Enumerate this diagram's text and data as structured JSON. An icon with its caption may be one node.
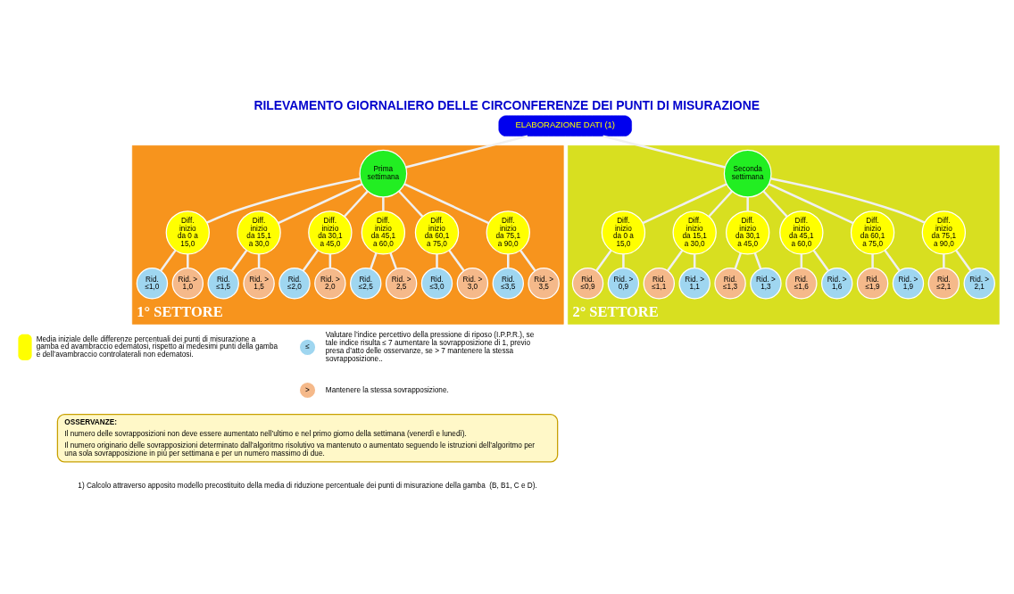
{
  "diagram": {
    "title": "RILEVAMENTO GIORNALIERO DELLE CIRCONFERENZE DEI PUNTI DI MISURAZIONE",
    "caption": "1) Calcolo attraverso apposito modello precostituito della media di riduzione percentuale dei punti di misurazione della gamba  (B, B1, C e D).",
    "nodes": [
      {
        "text": [
          "ELABORAZIONE DATI (1)"
        ]
      },
      {
        "text": [
          "1° SETTORE"
        ]
      },
      {
        "text": [
          "Prima settimana"
        ],
        "in": 1
      },
      {
        "text": [
          "Diff. inizio da 0 a 15,0"
        ],
        "in": 1
      },
      {
        "text": [
          "Rid. ≤1,0"
        ],
        "in": 1
      },
      {
        "text": [
          "Rid. > 1,0"
        ],
        "in": 1
      },
      {
        "text": [
          "Diff. inizio da 15,1 a 30,0"
        ],
        "in": 1
      },
      {
        "text": [
          "Rid. ≤1,5"
        ],
        "in": 1
      },
      {
        "text": [
          "Rid. > 1,5"
        ],
        "in": 1
      },
      {
        "text": [
          "Diff. inizio da 30,1 a 45,0"
        ],
        "in": 1
      },
      {
        "text": [
          "Rid. ≤2,0"
        ],
        "in": 1
      },
      {
        "text": [
          "Rid. > 2,0"
        ],
        "in": 1
      },
      {
        "text": [
          "Diff. inizio da 45,1 a 60,0"
        ],
        "in": 1
      },
      {
        "text": [
          "Rid. ≤2,5"
        ],
        "in": 1
      },
      {
        "text": [
          "Rid. > 2,5"
        ],
        "in": 1
      },
      {
        "text": [
          "Diff. inizio da 60,1 a 75,0"
        ],
        "in": 1
      },
      {
        "text": [
          "Rid. ≤3,0"
        ],
        "in": 1
      },
      {
        "text": [
          "Rid. > 3,0"
        ],
        "in": 1
      },
      {
        "text": [
          "Diff. inizio da 75,1 a 90,0"
        ],
        "in": 1
      },
      {
        "text": [
          "Rid. ≤3,5"
        ],
        "in": 1
      },
      {
        "text": [
          "Rid. > 3,5"
        ],
        "in": 1
      },
      {
        "text": [
          "2° SETTORE"
        ]
      },
      {
        "text": [
          "Seconda settimana"
        ],
        "in": 21
      },
      {
        "text": [
          "Diff. inizio da 0 a 15,0"
        ],
        "in": 21
      },
      {
        "text": [
          "Rid. ≤0,9"
        ],
        "in": 21
      },
      {
        "text": [
          "Rid. > 0,9"
        ],
        "in": 21
      },
      {
        "text": [
          "Diff. inizio da 15,1 a 30,0"
        ],
        "in": 21
      },
      {
        "text": [
          "Rid. ≤1,1"
        ],
        "in": 21
      },
      {
        "text": [
          "Rid. > 1,1"
        ],
        "in": 21
      },
      {
        "text": [
          "Diff. inizio da 30,1 a 45,0"
        ],
        "in": 21
      },
      {
        "text": [
          "Rid. ≤1,3"
        ],
        "in": 21
      },
      {
        "text": [
          "Rid. > 1,3"
        ],
        "in": 21
      },
      {
        "text": [
          "Diff. inizio da 45,1 a 60,0"
        ],
        "in": 21
      },
      {
        "text": [
          "Rid. ≤1,6"
        ],
        "in": 21
      },
      {
        "text": [
          "Rid. > 1,6"
        ],
        "in": 21
      },
      {
        "text": [
          "Diff. inizio da 60,1 a 75,0"
        ],
        "in": 21
      },
      {
        "text": [
          "Rid. ≤1,9"
        ],
        "in": 21
      },
      {
        "text": [
          "Rid. > 1,9"
        ],
        "in": 21
      },
      {
        "text": [
          "Diff. inizio da 75,1 a 90,0"
        ],
        "in": 21
      },
      {
        "text": [
          "Rid. ≤2,1"
        ],
        "in": 21
      },
      {
        "text": [
          "Rid. > 2,1"
        ],
        "in": 21
      },
      {
        "text": [
          "≤"
        ],
        "beside": [
          "Valutare l’indice percettivo della pressione di riposo (I.P.P.R.), se tale indice risulta ≤ 7 aumentare la sovrapposizione di 1, previo presa d’atto delle osservanze, se > 7 mantenere la stessa sovrapposizione.."
        ]
      },
      {
        "text": [
          ">"
        ],
        "beside": [
          "Mantenere la stessa sovrapposizione."
        ]
      },
      {
        "text": [
          "OSSERVANZE:",
          "Il numero delle sovrapposizioni non deve essere aumentato nell’ultimo e nel primo giorno della settimana (venerdì e lunedì).",
          "Il numero originario delle sovrapposizioni determinato dall’algoritmo risolutivo va mantenuto o aumentato seguendo le istruzioni dell’algoritmo per una sola sovrapposizione in più per settimana e per un numero massimo di due."
        ]
      }
    ],
    "edges": [
      {
        "from": 0,
        "to": 2,
        "arrow": "none"
      },
      {
        "from": 2,
        "to": 3,
        "arrow": "none"
      },
      {
        "from": 3,
        "to": 4,
        "arrow": "none"
      },
      {
        "from": 3,
        "to": 5,
        "arrow": "none"
      },
      {
        "from": 2,
        "to": 6,
        "arrow": "none"
      },
      {
        "from": 6,
        "to": 7,
        "arrow": "none"
      },
      {
        "from": 6,
        "to": 8,
        "arrow": "none"
      },
      {
        "from": 2,
        "to": 9,
        "arrow": "none"
      },
      {
        "from": 9,
        "to": 10,
        "arrow": "none"
      },
      {
        "from": 9,
        "to": 11,
        "arrow": "none"
      },
      {
        "from": 2,
        "to": 12,
        "arrow": "none"
      },
      {
        "from": 12,
        "to": 13,
        "arrow": "none"
      },
      {
        "from": 12,
        "to": 14,
        "arrow": "none"
      },
      {
        "from": 2,
        "to": 15,
        "arrow": "none"
      },
      {
        "from": 15,
        "to": 16,
        "arrow": "none"
      },
      {
        "from": 15,
        "to": 17,
        "arrow": "none"
      },
      {
        "from": 2,
        "to": 18,
        "arrow": "none"
      },
      {
        "from": 18,
        "to": 19,
        "arrow": "none"
      },
      {
        "from": 18,
        "to": 20,
        "arrow": "none"
      },
      {
        "from": 0,
        "to": 22,
        "arrow": "none"
      },
      {
        "from": 22,
        "to": 23,
        "arrow": "none"
      },
      {
        "from": 23,
        "to": 24,
        "arrow": "none"
      },
      {
        "from": 23,
        "to": 25,
        "arrow": "none"
      },
      {
        "from": 22,
        "to": 26,
        "arrow": "none"
      },
      {
        "from": 26,
        "to": 27,
        "arrow": "none"
      },
      {
        "from": 26,
        "to": 28,
        "arrow": "none"
      },
      {
        "from": 22,
        "to": 29,
        "arrow": "none"
      },
      {
        "from": 29,
        "to": 30,
        "arrow": "none"
      },
      {
        "from": 29,
        "to": 31,
        "arrow": "none"
      },
      {
        "from": 22,
        "to": 32,
        "arrow": "none"
      },
      {
        "from": 32,
        "to": 33,
        "arrow": "none"
      },
      {
        "from": 32,
        "to": 34,
        "arrow": "none"
      },
      {
        "from": 22,
        "to": 35,
        "arrow": "none"
      },
      {
        "from": 35,
        "to": 36,
        "arrow": "none"
      },
      {
        "from": 35,
        "to": 37,
        "arrow": "none"
      },
      {
        "from": 22,
        "to": 38,
        "arrow": "none"
      },
      {
        "from": 38,
        "to": 39,
        "arrow": "none"
      },
      {
        "from": 38,
        "to": 40,
        "arrow": "none"
      }
    ],
    "legend": [
      {
        "text": "Media iniziale delle differenze percentuali dei punti di misurazione a gamba ed avambraccio edematosi, rispetto ai medesimi punti della gamba e dell’avambraccio controlaterali non edematosi.",
        "color": "#ffff00"
      }
    ]
  }
}
